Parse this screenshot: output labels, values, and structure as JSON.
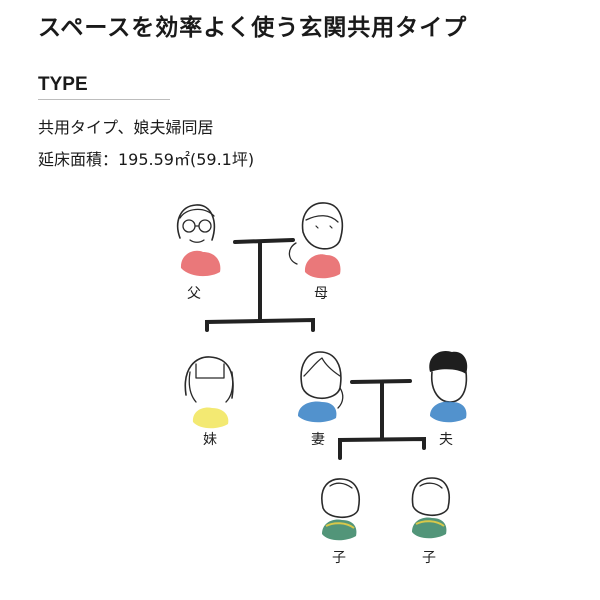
{
  "title": "スペースを効率よく使う玄関共用タイプ",
  "type_section": {
    "heading": "TYPE",
    "line1": "共用タイプ、娘夫婦同居",
    "line2": "延床面積：195.59㎡(59.1坪)"
  },
  "family": {
    "father": {
      "label": "父",
      "shirt_color": "#e8696b"
    },
    "mother": {
      "label": "母",
      "shirt_color": "#e8696b"
    },
    "sister": {
      "label": "妹",
      "shirt_color": "#f2e86a"
    },
    "wife": {
      "label": "妻",
      "shirt_color": "#3f86c8"
    },
    "husband": {
      "label": "夫",
      "shirt_color": "#3f86c8"
    },
    "child1": {
      "label": "子",
      "shirt_color": "#3f8a6a"
    },
    "child2": {
      "label": "子",
      "shirt_color": "#3f8a6a"
    }
  }
}
